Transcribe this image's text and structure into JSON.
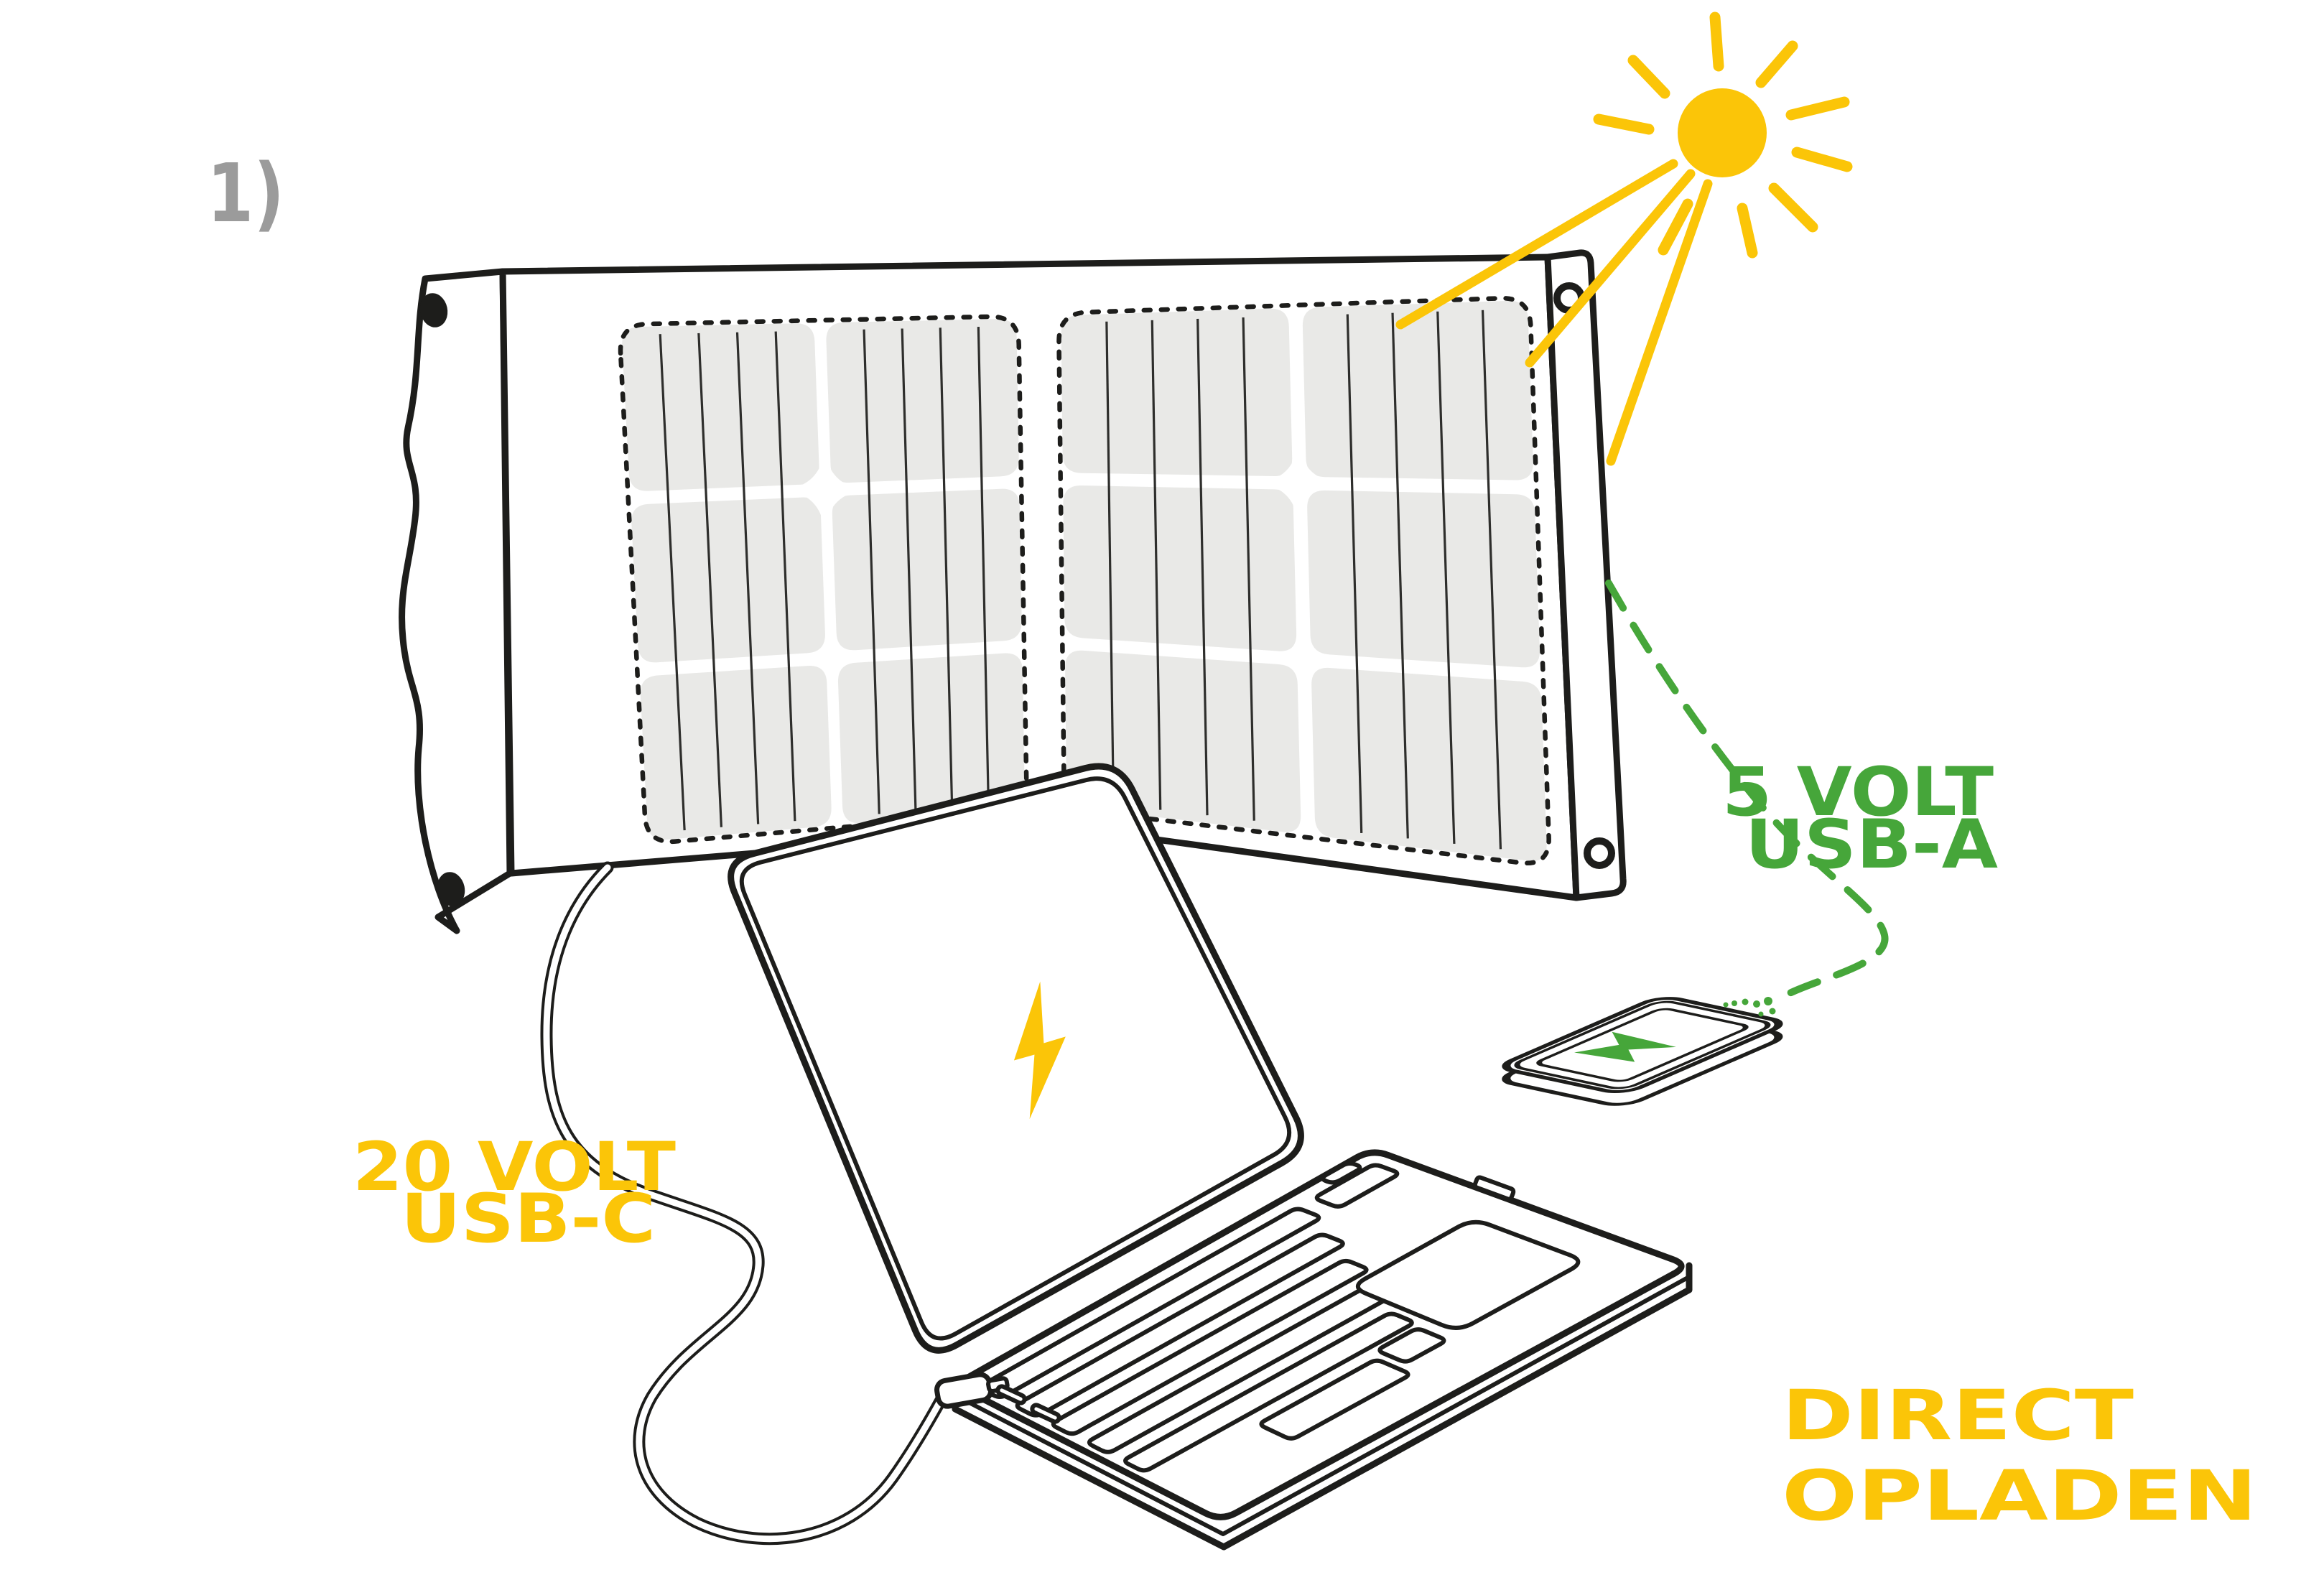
{
  "step_label": "1)",
  "annotations": {
    "usb_c_output": {
      "line1": "20 VOLT",
      "line2": "USB-C",
      "color": "#FBC508"
    },
    "usb_a_output": {
      "line1": "5 VOLT",
      "line2": "USB-A",
      "color": "#46A63A"
    },
    "heading": {
      "line1": "DIRECT",
      "line2": "OPLADEN",
      "color": "#FBC508"
    }
  },
  "colors": {
    "background": "#FFFFFF",
    "ink": "#1D1D1B",
    "accent_yellow": "#FBC508",
    "accent_green": "#46A63A",
    "panel_cell_gray": "#E9E9E7",
    "step_label_gray": "#9B9B9B"
  },
  "icons": {
    "sun": "sun-icon",
    "laptop_charge": "lightning-bolt-icon",
    "phone_charge": "lightning-bolt-icon",
    "panel_grommets": "grommet-icon",
    "flap_rings": "ring-hole-icon",
    "usb_plug": "usb-c-plug-icon",
    "charge_path": "dashed-charge-path",
    "panel_sparkles": "sparkle-icon"
  }
}
